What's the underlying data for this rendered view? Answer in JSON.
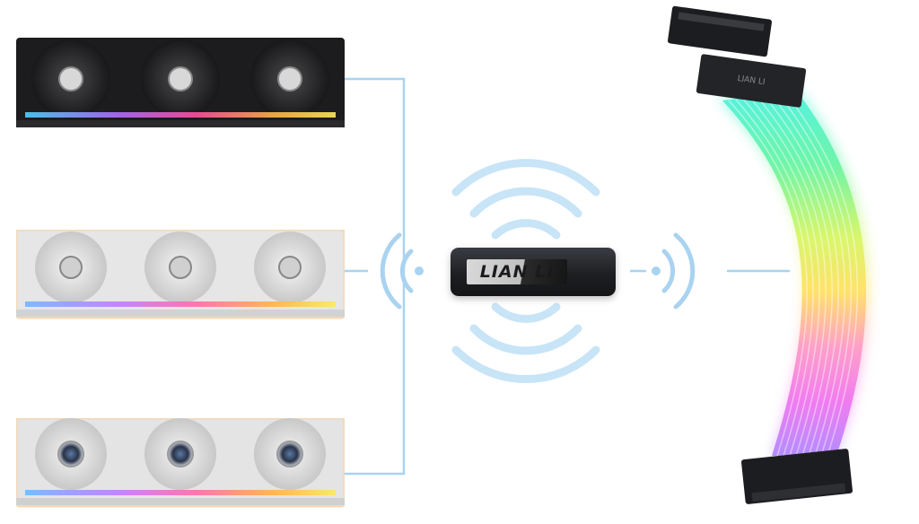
{
  "dongle": {
    "brand_label": "LIAN LI"
  },
  "cable": {
    "connector_label": "LIAN LI"
  },
  "fan_groups": [
    {
      "finish": "black",
      "hub": "silver-logo"
    },
    {
      "finish": "white",
      "hub": "silver-logo"
    },
    {
      "finish": "white",
      "hub": "mirror"
    }
  ],
  "colors": {
    "signal": "#a9d3f0",
    "fan_black": "#1c1c1e",
    "fan_white": "#e6e6e6"
  },
  "icons": [
    "wifi-left-icon",
    "wifi-right-icon",
    "wireless-waves-icon"
  ]
}
